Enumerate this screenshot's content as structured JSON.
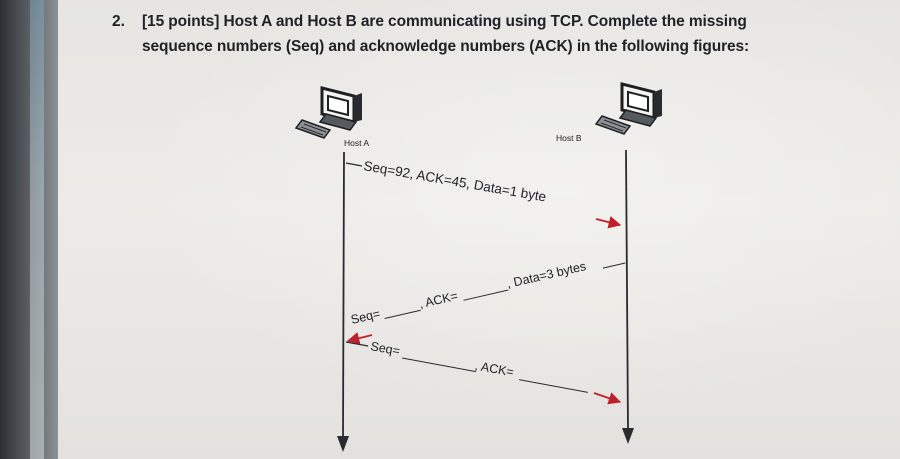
{
  "question": {
    "number": "2.",
    "line1": "[15 points] Host A and Host B are communicating using TCP. Complete the missing",
    "line2": "sequence numbers (Seq) and acknowledge numbers (ACK) in the following figures:"
  },
  "diagram": {
    "host_a_label": "Host A",
    "host_b_label": "Host B",
    "host_a_icon": "computer-icon",
    "host_b_icon": "computer-icon",
    "messages": [
      {
        "text": "Seq=92, ACK=45, Data=1 byte",
        "direction": "A-to-B",
        "color": "#c0202a"
      },
      {
        "seq_text": "Seq=",
        "ack_text": ", ACK=",
        "data_text": ", Data=3 bytes",
        "direction": "B-to-A",
        "color": "#c0202a"
      },
      {
        "seq_text": "Seq=",
        "ack_text": ", ACK=",
        "direction": "A-to-B",
        "color": "#c0202a"
      }
    ]
  }
}
